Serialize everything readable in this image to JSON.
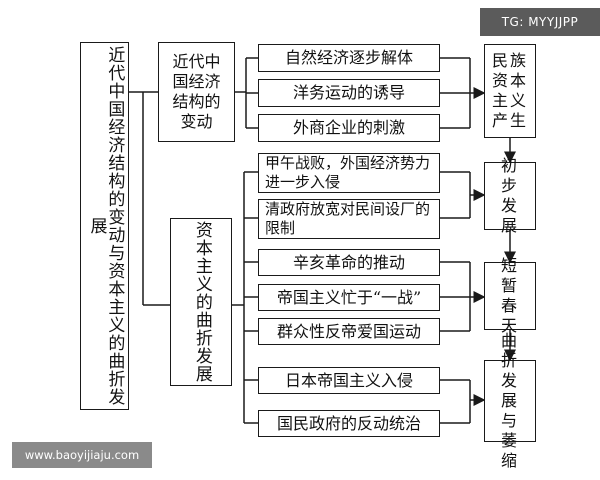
{
  "root": "近代中国经济结构的变动与资本主义的曲折发展",
  "branch_top": "近代中国经济结构的变动",
  "branch_bottom": "资本主义的曲折发展",
  "top_items": [
    "自然经济逐步解体",
    "洋务运动的诱导",
    "外商企业的刺激"
  ],
  "top_result": "民族资本主义产生",
  "stages": [
    {
      "items": [
        "甲午战败，外国经济势力进一步入侵",
        "清政府放宽对民间设厂的限制"
      ],
      "result": "初步发展"
    },
    {
      "items": [
        "辛亥革命的推动",
        "帝国主义忙于“一战”",
        "群众性反帝爱国运动"
      ],
      "result": "短暂春天"
    },
    {
      "items": [
        "日本帝国主义入侵",
        "国民政府的反动统治"
      ],
      "result": "曲折发展与萎缩"
    }
  ],
  "watermark_tag": "TG: MYYJJPP",
  "watermark_url": "www.baoyijiaju.com"
}
